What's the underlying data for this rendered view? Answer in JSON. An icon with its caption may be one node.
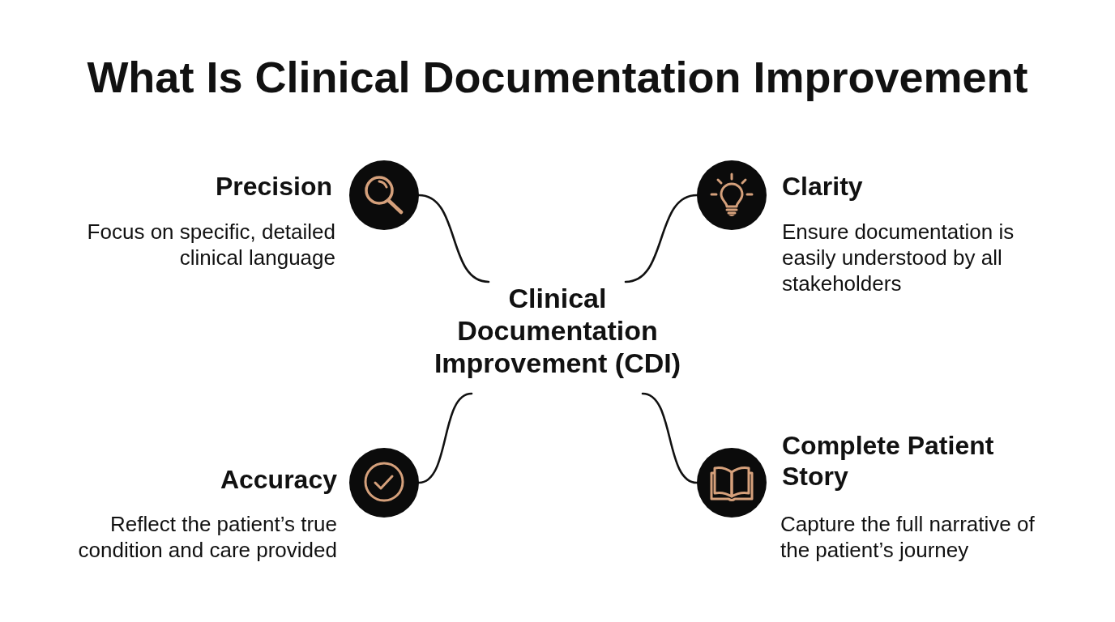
{
  "diagram": {
    "title": "What Is Clinical Documentation Improvement",
    "nodes": [
      {
        "text": [
          "Clinical Documentation Improvement (CDI)"
        ]
      },
      {
        "text": [
          "Precision"
        ],
        "beside": [
          "Focus on specific, detailed clinical language"
        ]
      },
      {
        "text": [
          "Clarity"
        ],
        "beside": [
          "Ensure documentation is easily understood by all stakeholders"
        ]
      },
      {
        "text": [
          "Accuracy"
        ],
        "beside": [
          "Reflect the patient’s true condition and care provided"
        ]
      },
      {
        "text": [
          "Complete Patient Story"
        ],
        "beside": [
          "Capture the full narrative of the patient’s journey"
        ]
      }
    ],
    "edges": [
      {
        "from": 0,
        "to": 1,
        "arrow": "none"
      },
      {
        "from": 0,
        "to": 2,
        "arrow": "none"
      },
      {
        "from": 0,
        "to": 3,
        "arrow": "none"
      },
      {
        "from": 0,
        "to": 4,
        "arrow": "none"
      }
    ]
  }
}
